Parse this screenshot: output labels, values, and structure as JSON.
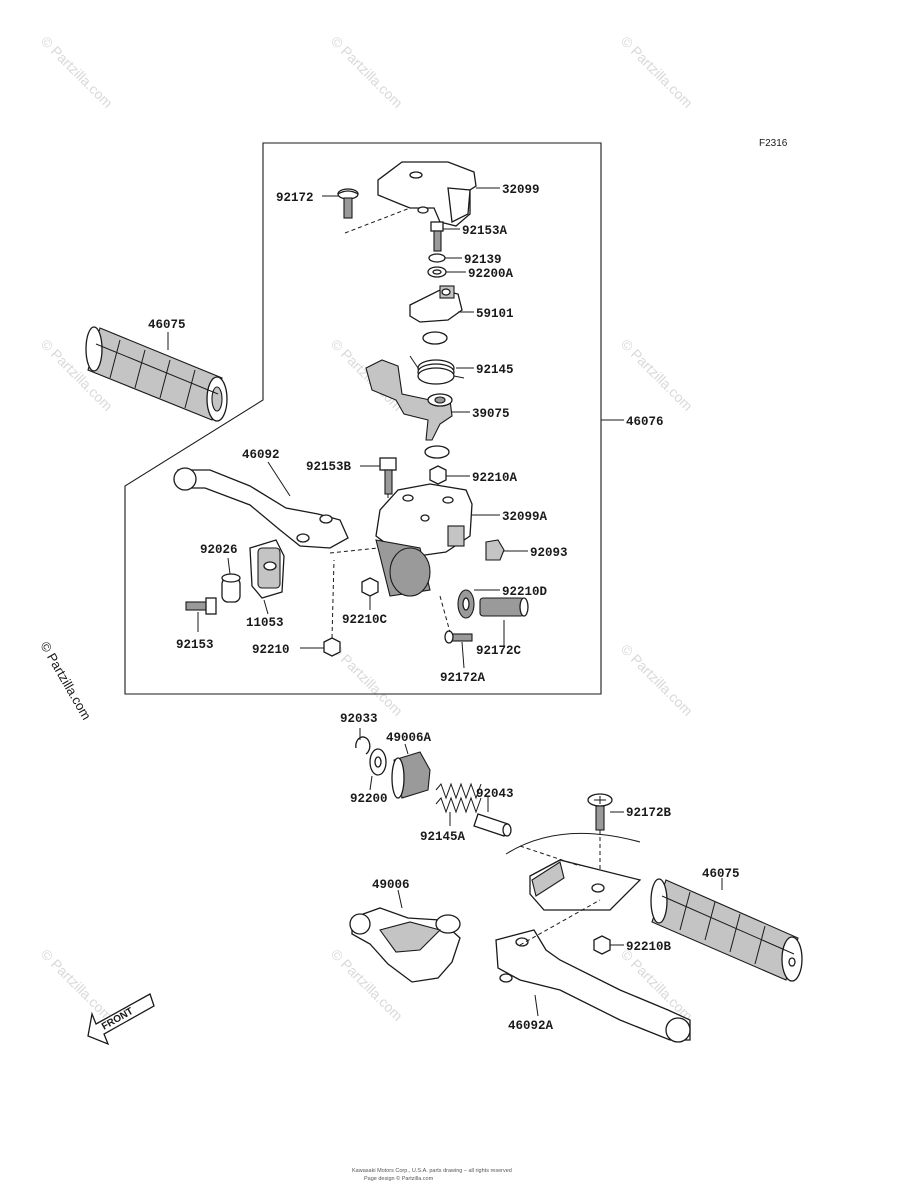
{
  "figure_code": "F2316",
  "watermark": {
    "text": "© Partzilla.com",
    "side_text": "© Partzilla.com"
  },
  "parts": {
    "p92172": "92172",
    "p32099": "32099",
    "p92153A": "92153A",
    "p92139": "92139",
    "p92200A": "92200A",
    "p59101": "59101",
    "p46075_left": "46075",
    "p92145": "92145",
    "p39075": "39075",
    "p46076": "46076",
    "p46092": "46092",
    "p92153B": "92153B",
    "p92210A": "92210A",
    "p32099A": "32099A",
    "p92026": "92026",
    "p92093": "92093",
    "p92210D": "92210D",
    "p11053": "11053",
    "p92210C": "92210C",
    "p92153": "92153",
    "p92210": "92210",
    "p92172C": "92172C",
    "p92172A": "92172A",
    "p92033": "92033",
    "p49006A": "49006A",
    "p92200": "92200",
    "p92043": "92043",
    "p92145A": "92145A",
    "p92172B": "92172B",
    "p49006": "49006",
    "p46075_right": "46075",
    "p92210B": "92210B",
    "p46092A": "46092A"
  },
  "front_badge": "FRONT",
  "footer": {
    "line1": "Kawasaki Motors Corp., U.S.A. parts drawing – all rights reserved",
    "line2": "Page design © Partzilla.com"
  }
}
